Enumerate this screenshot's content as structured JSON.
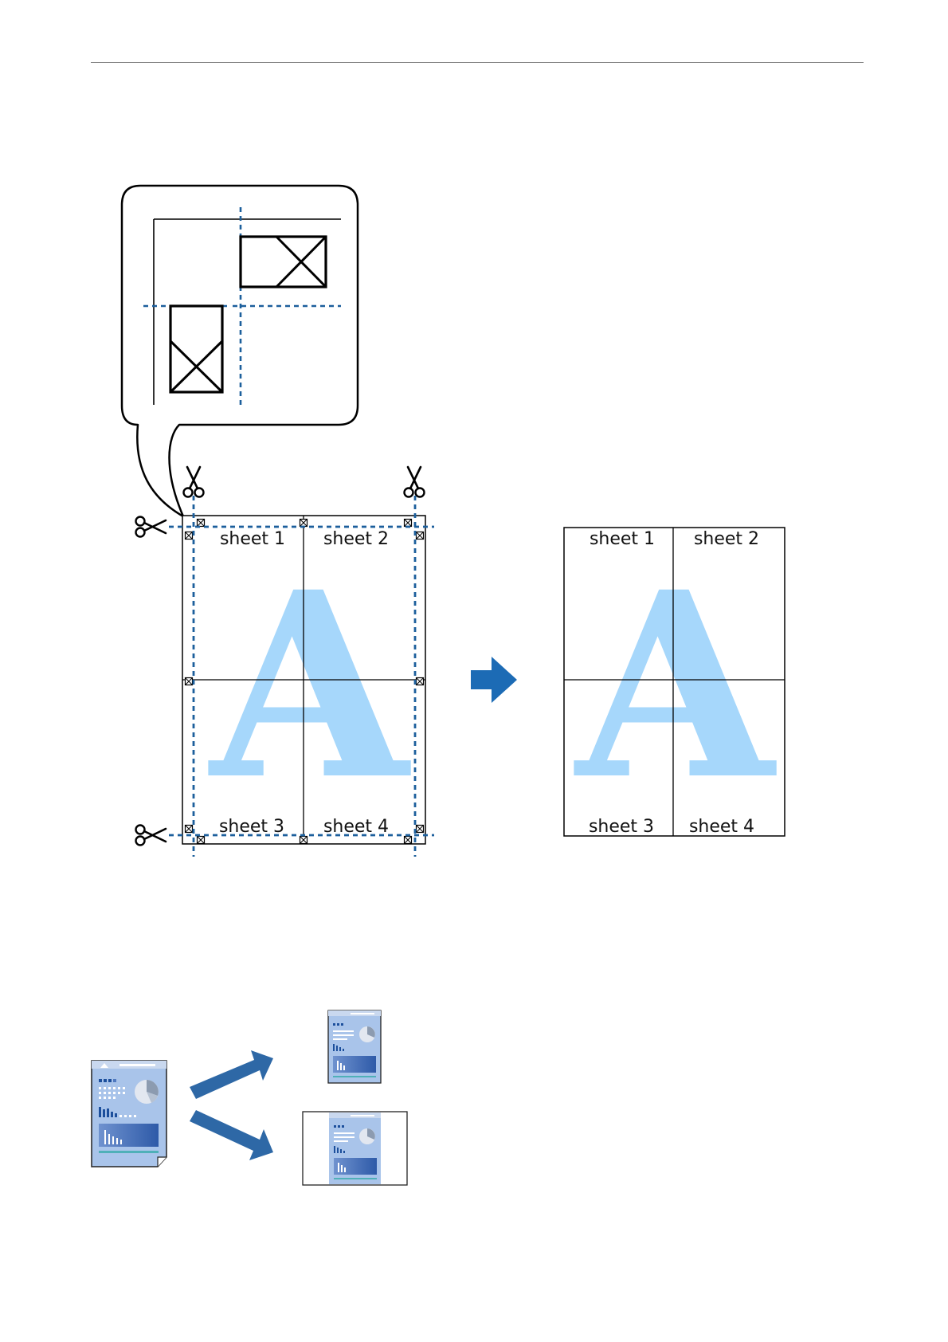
{
  "colors": {
    "cut_line": "#1c5f9c",
    "watermark": "#a6d7fb",
    "arrow": "#1c6bb5",
    "doc_arrow": "#2e68a6",
    "doc_fill": "#a9c4ea",
    "rule": "#7f7f7f"
  },
  "icons": [
    "scissors-icon",
    "scissors-icon",
    "scissors-icon",
    "scissors-icon",
    "overlap-mark-icon",
    "arrow-right-icon",
    "document-icon"
  ],
  "watermark_letter": "A",
  "tiled_page": {
    "sheets": [
      "sheet 1",
      "sheet 2",
      "sheet 3",
      "sheet 4"
    ]
  },
  "assembled_page": {
    "sheets": [
      "sheet 1",
      "sheet 2",
      "sheet 3",
      "sheet 4"
    ]
  }
}
